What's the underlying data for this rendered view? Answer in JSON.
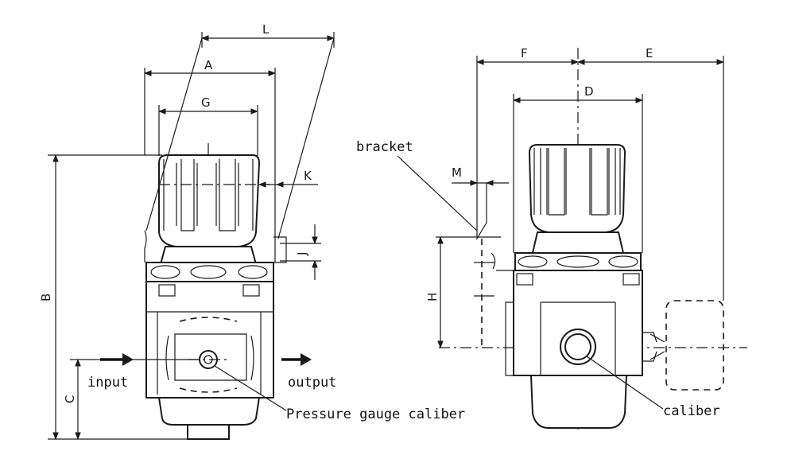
{
  "dimensions": {
    "L": "L",
    "A": "A",
    "G": "G",
    "K": "K",
    "J": "J",
    "B": "B",
    "C": "C",
    "F": "F",
    "E": "E",
    "D": "D",
    "M": "M",
    "H": "H"
  },
  "labels": {
    "input": "input",
    "output": "output",
    "pressure_gauge_caliber": "Pressure gauge caliber",
    "bracket": "bracket",
    "caliber": "caliber"
  }
}
